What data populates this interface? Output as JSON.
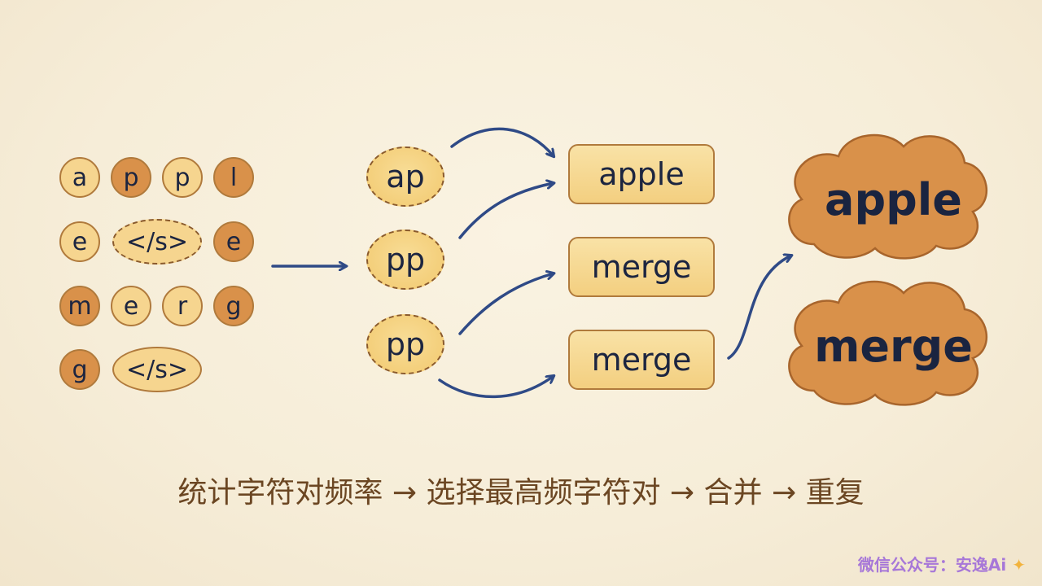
{
  "letters": [
    {
      "text": "a",
      "shade": "light"
    },
    {
      "text": "p",
      "shade": "dark"
    },
    {
      "text": "p",
      "shade": "light"
    },
    {
      "text": "l",
      "shade": "dark"
    },
    {
      "text": "e",
      "shade": "light"
    },
    {
      "text": "</s>",
      "shade": "light"
    },
    {
      "text": "e",
      "shade": "dark"
    },
    {
      "text": "m",
      "shade": "dark"
    },
    {
      "text": "e",
      "shade": "light"
    },
    {
      "text": "r",
      "shade": "light"
    },
    {
      "text": "g",
      "shade": "dark"
    },
    {
      "text": "g",
      "shade": "dark"
    },
    {
      "text": "</s>",
      "shade": "light"
    }
  ],
  "pairs": [
    "ap",
    "pp",
    "pp"
  ],
  "merged": [
    "apple",
    "merge",
    "merge"
  ],
  "final": [
    "apple",
    "merge"
  ],
  "caption": "统计字符对频率 → 选择最高频字符对 → 合并 → 重复",
  "watermark": "微信公众号：安逸Ai",
  "colors": {
    "light_token": "#f6d58f",
    "dark_token": "#d9914a",
    "arrow": "#2f4a86",
    "cloud": "#d9914a",
    "text": "#1c2540",
    "caption": "#6b4622"
  }
}
